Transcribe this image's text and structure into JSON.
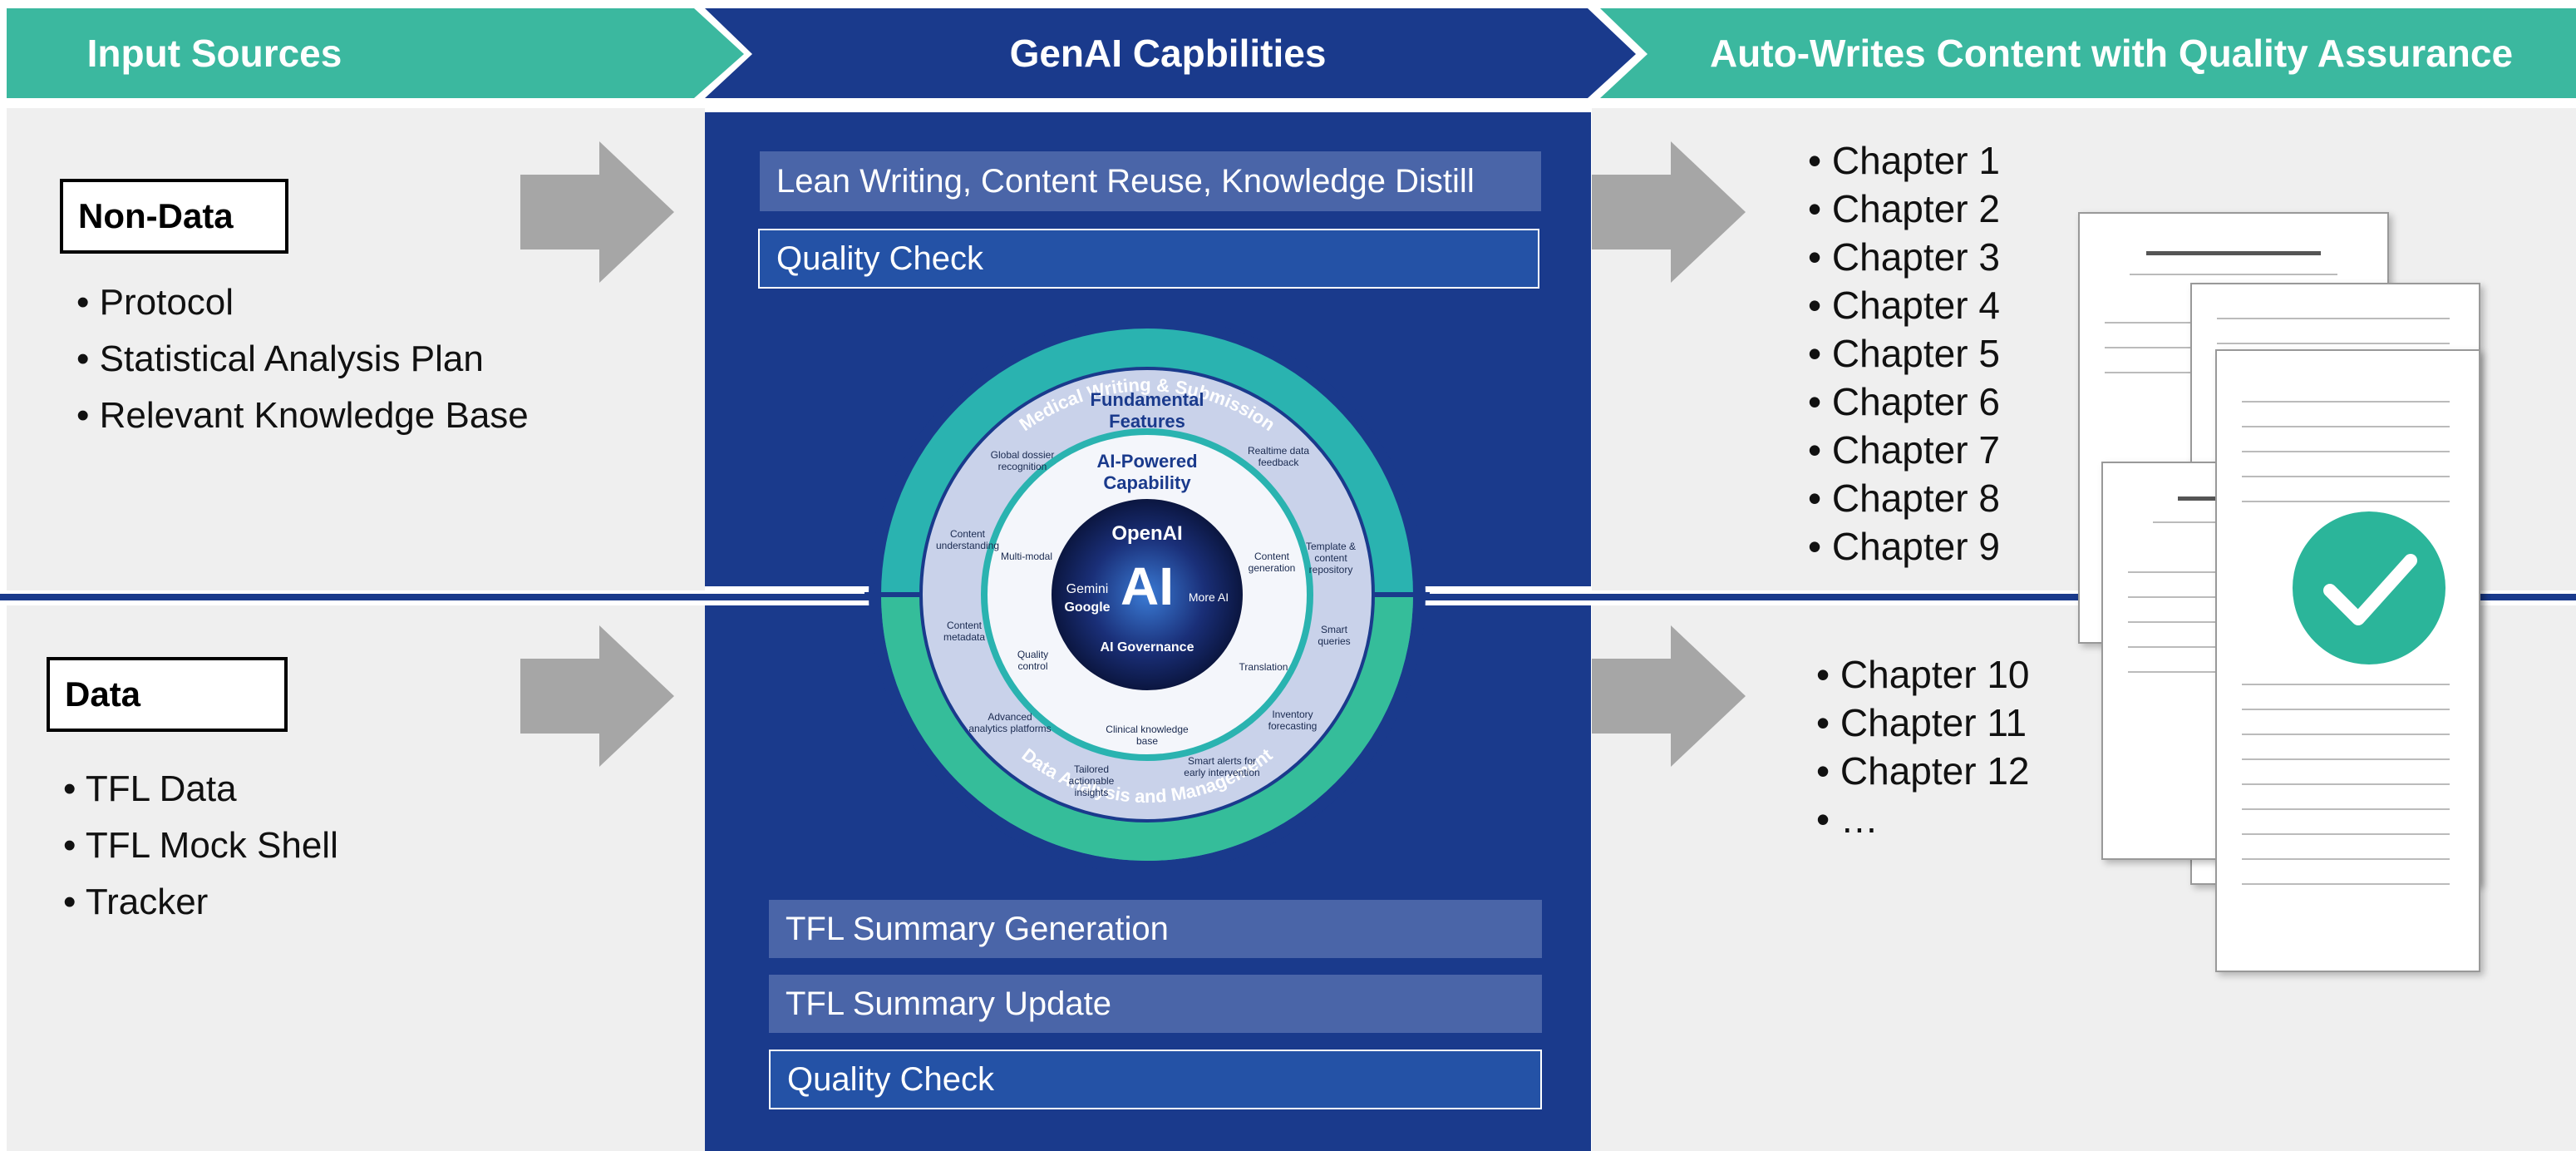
{
  "headers": {
    "input": "Input Sources",
    "genai": "GenAI Capbilities",
    "output": "Auto-Writes Content with Quality Assurance"
  },
  "non_data": {
    "label": "Non-Data",
    "items": [
      "Protocol",
      "Statistical Analysis Plan",
      "Relevant Knowledge Base"
    ]
  },
  "data": {
    "label": "Data",
    "items": [
      "TFL Data",
      "TFL Mock Shell",
      "Tracker"
    ]
  },
  "genai_top": {
    "lean": "Lean Writing, Content Reuse, Knowledge Distill",
    "qc": "Quality Check"
  },
  "genai_bottom": {
    "summary_gen": "TFL Summary Generation",
    "summary_update": "TFL Summary Update",
    "qc": "Quality Check"
  },
  "wheel": {
    "outer_top": "Medical Writing & Submission",
    "outer_bottom": "Data Analysis and Management",
    "fundamental": "Fundamental Features",
    "ai_powered": "AI-Powered Capability",
    "center_main": "AI",
    "center_openai": "OpenAI",
    "center_gemini": "Gemini",
    "center_google": "Google",
    "center_more": "More AI",
    "center_governance": "AI Governance",
    "outer_features": [
      "Global dossier recognition",
      "Realtime data feedback",
      "Content understanding",
      "Template & content repository",
      "Content metadata",
      "Smart queries",
      "Advanced analytics platforms",
      "Inventory forecasting",
      "Tailored actionable insights",
      "Smart alerts for early intervention"
    ],
    "inner_features": [
      "Multi-modal",
      "Content generation",
      "Quality control",
      "Translation",
      "Clinical knowledge base"
    ]
  },
  "chapters_top": [
    "Chapter 1",
    "Chapter 2",
    "Chapter 3",
    "Chapter 4",
    "Chapter 5",
    "Chapter 6",
    "Chapter 7",
    "Chapter 8",
    "Chapter 9"
  ],
  "chapters_bottom": [
    "Chapter 10",
    "Chapter 11",
    "Chapter 12",
    "…"
  ],
  "colors": {
    "teal": "#3bb89f",
    "navy": "#1a3a8c",
    "check_green": "#2bb59a"
  }
}
